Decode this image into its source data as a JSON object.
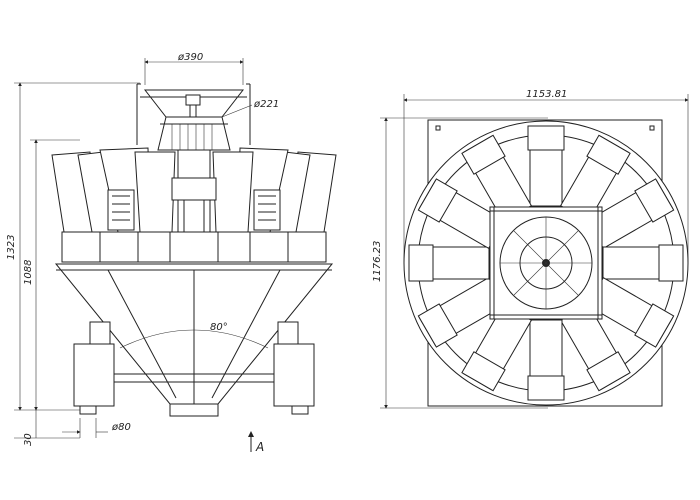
{
  "labels": {
    "top_diameter": "ø390",
    "inner_diameter": "ø221",
    "total_height": "1323",
    "body_height": "1088",
    "base_offset": "30",
    "outlet_diameter": "ø80",
    "cone_angle": "80°",
    "view_marker": "A",
    "plan_width": "1153.81",
    "plan_depth": "1176.23"
  }
}
